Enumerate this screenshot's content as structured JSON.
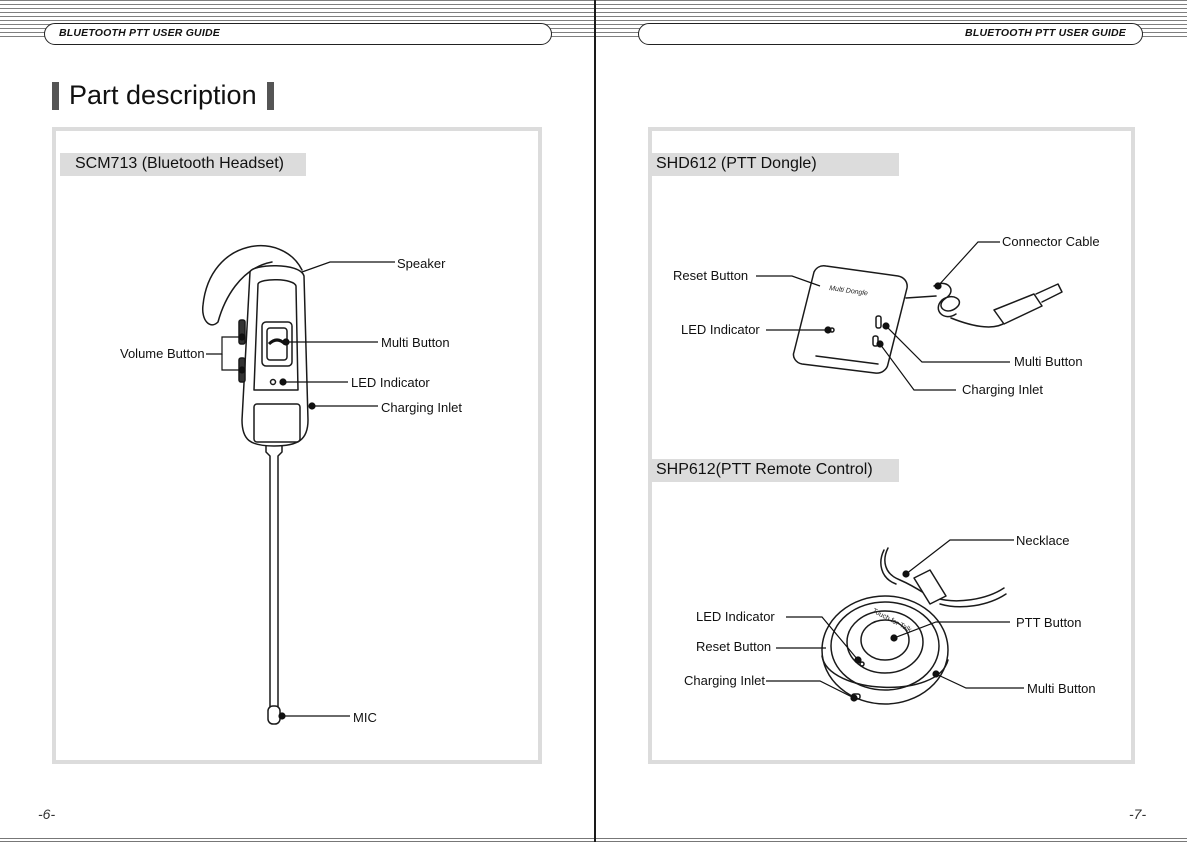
{
  "header": {
    "left_title": "BLUETOOTH PTT  USER GUIDE",
    "right_title": "BLUETOOTH PTT USER GUIDE"
  },
  "page_title": "Part description",
  "sections": {
    "headset": {
      "title": "SCM713 (Bluetooth Headset)",
      "labels": {
        "speaker": "Speaker",
        "multi_button": "Multi Button",
        "volume_button": "Volume Button",
        "led_indicator": "LED Indicator",
        "charging_inlet": "Charging Inlet",
        "mic": "MIC"
      }
    },
    "dongle": {
      "title": "SHD612 (PTT Dongle)",
      "device_text": "Multi Dongle",
      "labels": {
        "connector_cable": "Connector Cable",
        "reset_button": "Reset Button",
        "led_indicator": "LED Indicator",
        "multi_button": "Multi Button",
        "charging_inlet": "Charging Inlet"
      }
    },
    "remote": {
      "title": "SHP612(PTT Remote Control)",
      "device_text": "Touch for Talk",
      "labels": {
        "necklace": "Necklace",
        "led_indicator": "LED Indicator",
        "ptt_button": "PTT Button",
        "reset_button": "Reset Button",
        "charging_inlet": "Charging Inlet",
        "multi_button": "Multi Button"
      }
    }
  },
  "page_numbers": {
    "left": "-6-",
    "right": "-7-"
  }
}
